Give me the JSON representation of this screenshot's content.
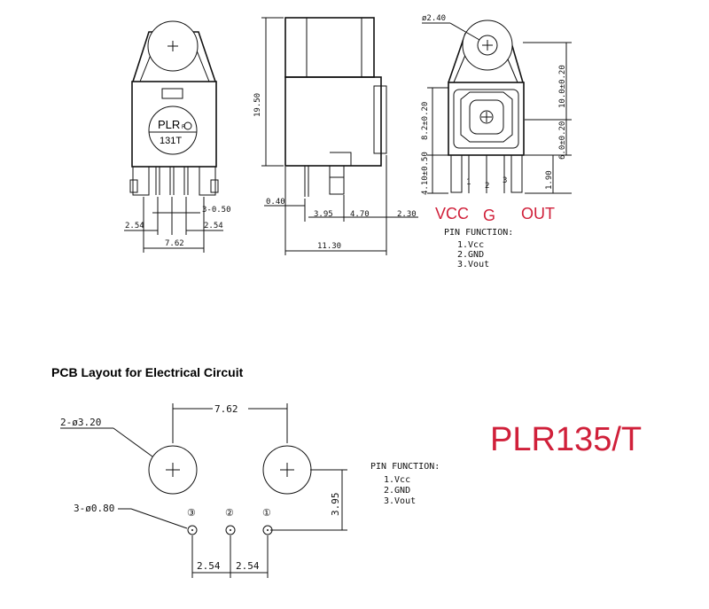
{
  "front_view": {
    "label_logo": "PLR",
    "label_part": "131T",
    "dim_pin_count_width": "3-0.50",
    "dim_pitch_left": "2.54",
    "dim_pitch_right": "2.54",
    "dim_width": "7.62"
  },
  "side_view": {
    "dim_height": "19.50",
    "dim_pin_thickness": "0.40",
    "dim_3_95": "3.95",
    "dim_4_70": "4.70",
    "dim_2_30": "2.30",
    "dim_depth": "11.30"
  },
  "rear_view": {
    "dim_hole": "ø2.40",
    "dim_10": "10.0±0.20",
    "dim_8_2": "8.2±0.20",
    "dim_6": "6.0±0.20",
    "dim_4_1": "4.10±0.50",
    "dim_1_9": "1.90",
    "pin_numbers": [
      "1",
      "2",
      "3"
    ],
    "pin_labels_red": {
      "vcc": "VCC",
      "g": "G",
      "out": "OUT"
    },
    "pin_function_title": "PIN FUNCTION:",
    "pin_functions": [
      "1.Vcc",
      "2.GND",
      "3.Vout"
    ]
  },
  "pcb": {
    "title": "PCB Layout for Electrical Circuit",
    "dim_big_holes": "2-ø3.20",
    "dim_small_holes": "3-ø0.80",
    "dim_hole_spacing": "7.62",
    "dim_vertical": "3.95",
    "dim_pitch_a": "2.54",
    "dim_pitch_b": "2.54",
    "pin_markers": [
      "③",
      "②",
      "①"
    ],
    "pin_function_title": "PIN FUNCTION:",
    "pin_functions": [
      "1.Vcc",
      "2.GND",
      "3.Vout"
    ]
  },
  "part_number": "PLR135/T",
  "colors": {
    "accent_red": "#d0203a",
    "line": "#111111"
  }
}
